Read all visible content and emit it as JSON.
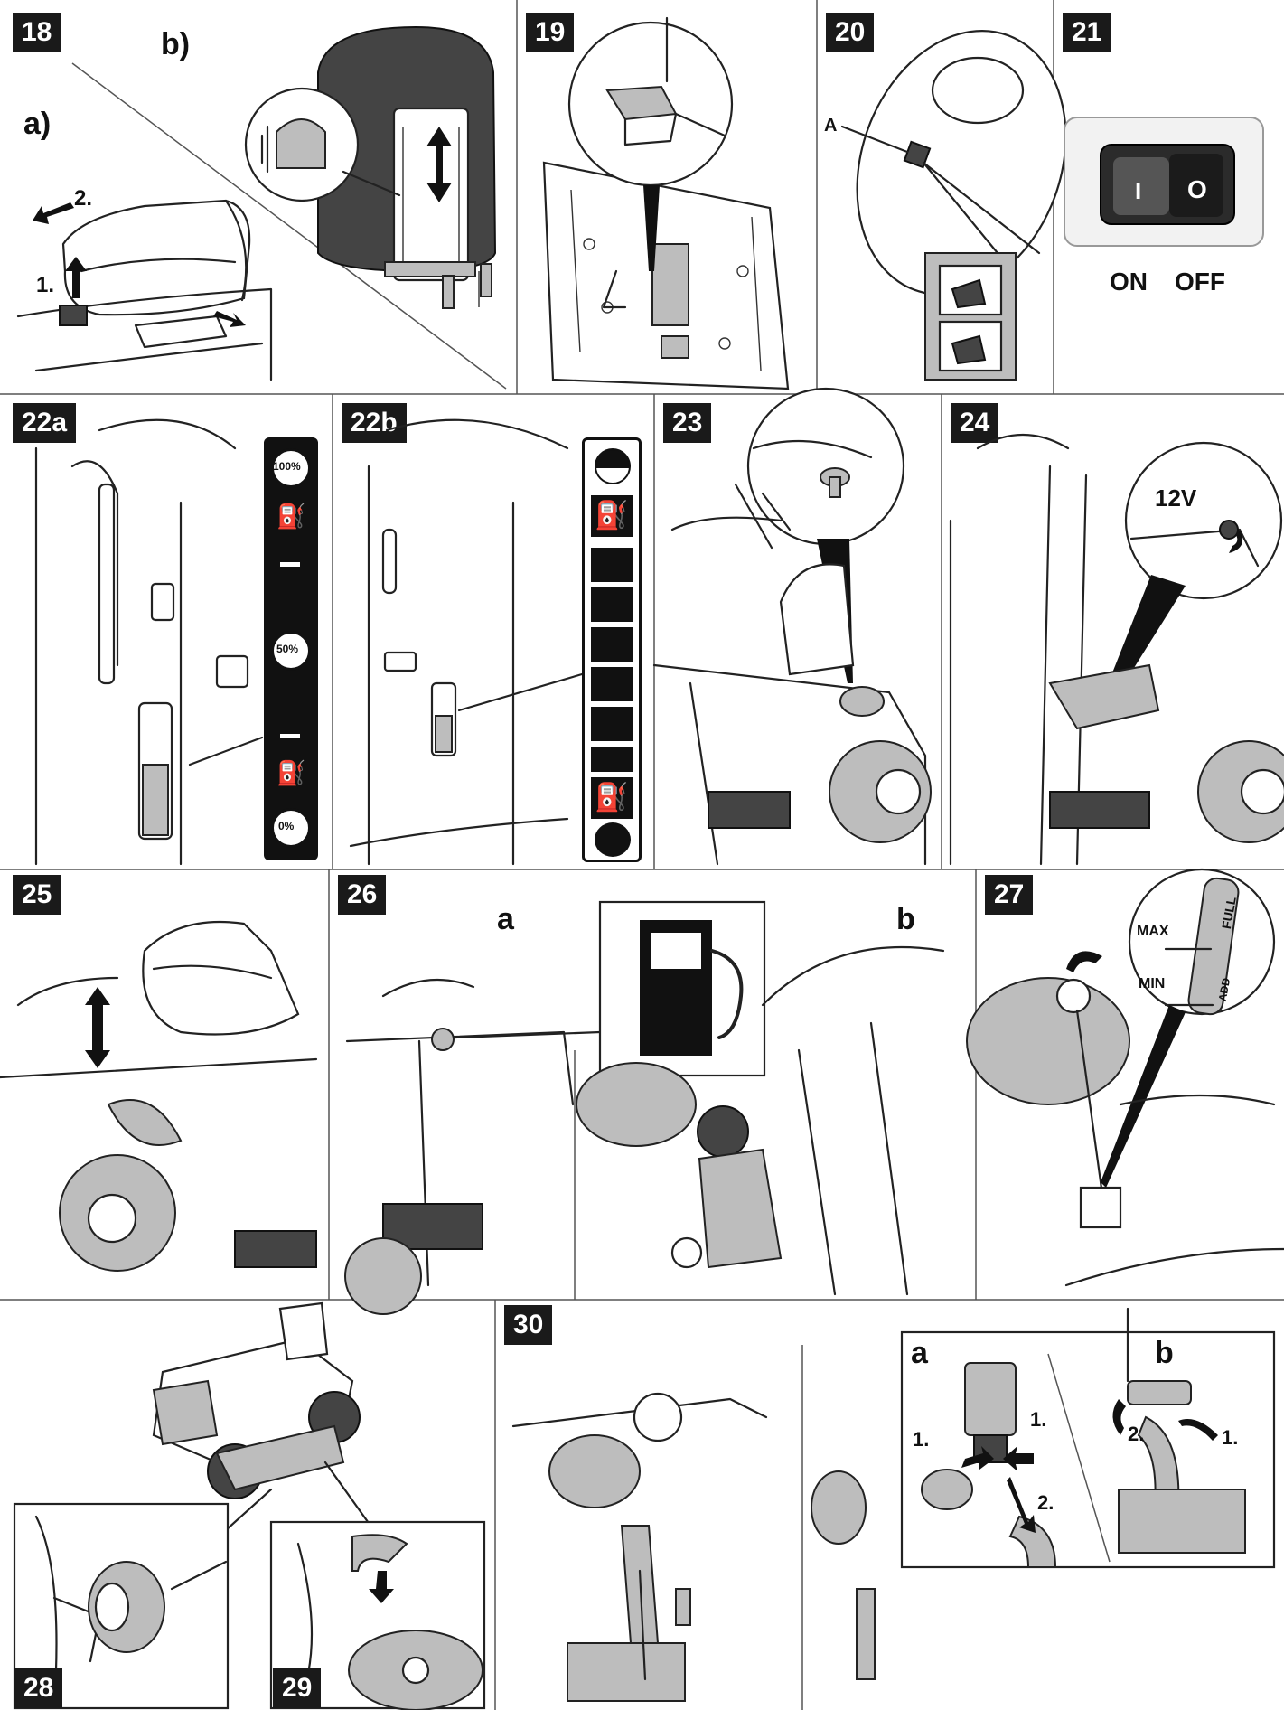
{
  "figures": {
    "f18": {
      "number": "18",
      "label_a": "a)",
      "label_b": "b)",
      "step1": "1.",
      "step2": "2."
    },
    "f19": {
      "number": "19"
    },
    "f20": {
      "number": "20",
      "callout": "A"
    },
    "f21": {
      "number": "21",
      "on": "ON",
      "off": "OFF",
      "switch_on_glyph": "I",
      "switch_off_glyph": "O"
    },
    "f22a": {
      "number": "22a",
      "full": "100%",
      "half": "50%",
      "empty": "0%"
    },
    "f22b": {
      "number": "22b"
    },
    "f23": {
      "number": "23"
    },
    "f24": {
      "number": "24",
      "voltage": "12V"
    },
    "f25": {
      "number": "25"
    },
    "f26": {
      "number": "26",
      "label_a": "a",
      "label_b": "b"
    },
    "f27": {
      "number": "27",
      "max": "MAX",
      "min": "MIN",
      "full": "FULL",
      "add": "ADD"
    },
    "f28": {
      "number": "28"
    },
    "f29": {
      "number": "29"
    },
    "f30": {
      "number": "30",
      "label_a": "a",
      "label_b": "b",
      "a_step1": "1.",
      "a_step1b": "1.",
      "a_step2": "2.",
      "b_step1": "1.",
      "b_step2": "2."
    }
  },
  "icons": [
    "arrow-icon",
    "fuel-pump-icon",
    "fuel-gauge-icon",
    "rocker-switch-icon",
    "dipstick-icon",
    "battery-connector-icon"
  ],
  "colors": {
    "badge_bg": "#1a1a1a",
    "line": "#222222",
    "shade": "#bdbdbd"
  }
}
